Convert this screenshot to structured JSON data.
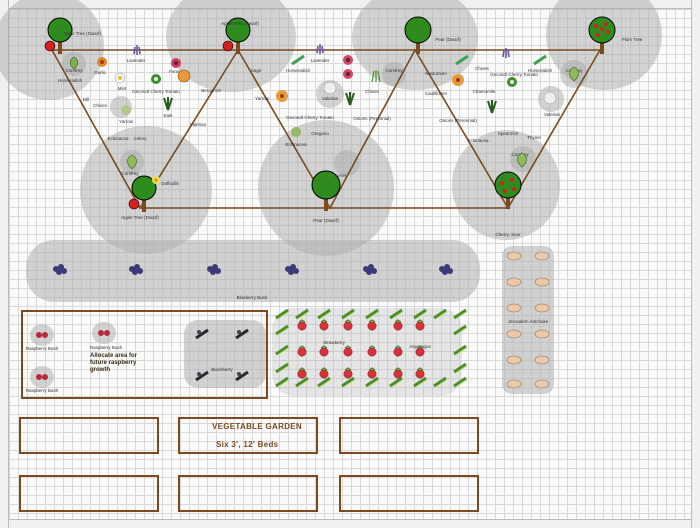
{
  "labels": {
    "apple_dwarf": "Apple Tree (Dwarf)",
    "pear_dwarf": "Pear (Dwarf)",
    "plum": "Plum Tree",
    "cherry_sour": "Cherry, Sour",
    "blueberry": "Blueberry Bush",
    "raspberry": "Raspberry Bush",
    "blackberry": "Blackberry",
    "strawberry": "Strawberry",
    "asparagus": "Asparagus",
    "artichoke": "Jerusalem Artichoke",
    "comfrey": "Comfrey",
    "lavender": "Lavender",
    "horseradish": "Horseradish",
    "nasturtium": "Nasturtium",
    "chamomile": "Chamomile",
    "chives": "Chives",
    "tomato": "Gecondt Cherry Tomato",
    "valerian": "Valerian",
    "oregano": "Oregano",
    "echinacea": "Echinacea",
    "daffodils": "Daffodils",
    "yarrow": "Yarrow",
    "garlic": "Garlic",
    "dill": "Dill",
    "fennel": "Fennel",
    "mint": "Mint",
    "sage": "Sage",
    "thyme": "Thyme",
    "spearmint": "Spearmint",
    "bergamot": "Bergamot",
    "kale": "Kale",
    "cauliflower": "Cauliflower",
    "celery": "Celery",
    "onions": "Onions (Perennial)",
    "sorrel": "Sorrel"
  },
  "notes": {
    "allocate_line1": "Allocate area for",
    "allocate_line2": "future raspberry",
    "allocate_line3": "growth",
    "veg_title": "VEGETABLE GARDEN",
    "veg_sub": "Six 3', 12' Beds"
  },
  "colors": {
    "bed_border": "#7a4b20",
    "tree_green": "#2e8b1e",
    "apple_red": "#d61f1f",
    "trunk": "#7a4b20"
  }
}
